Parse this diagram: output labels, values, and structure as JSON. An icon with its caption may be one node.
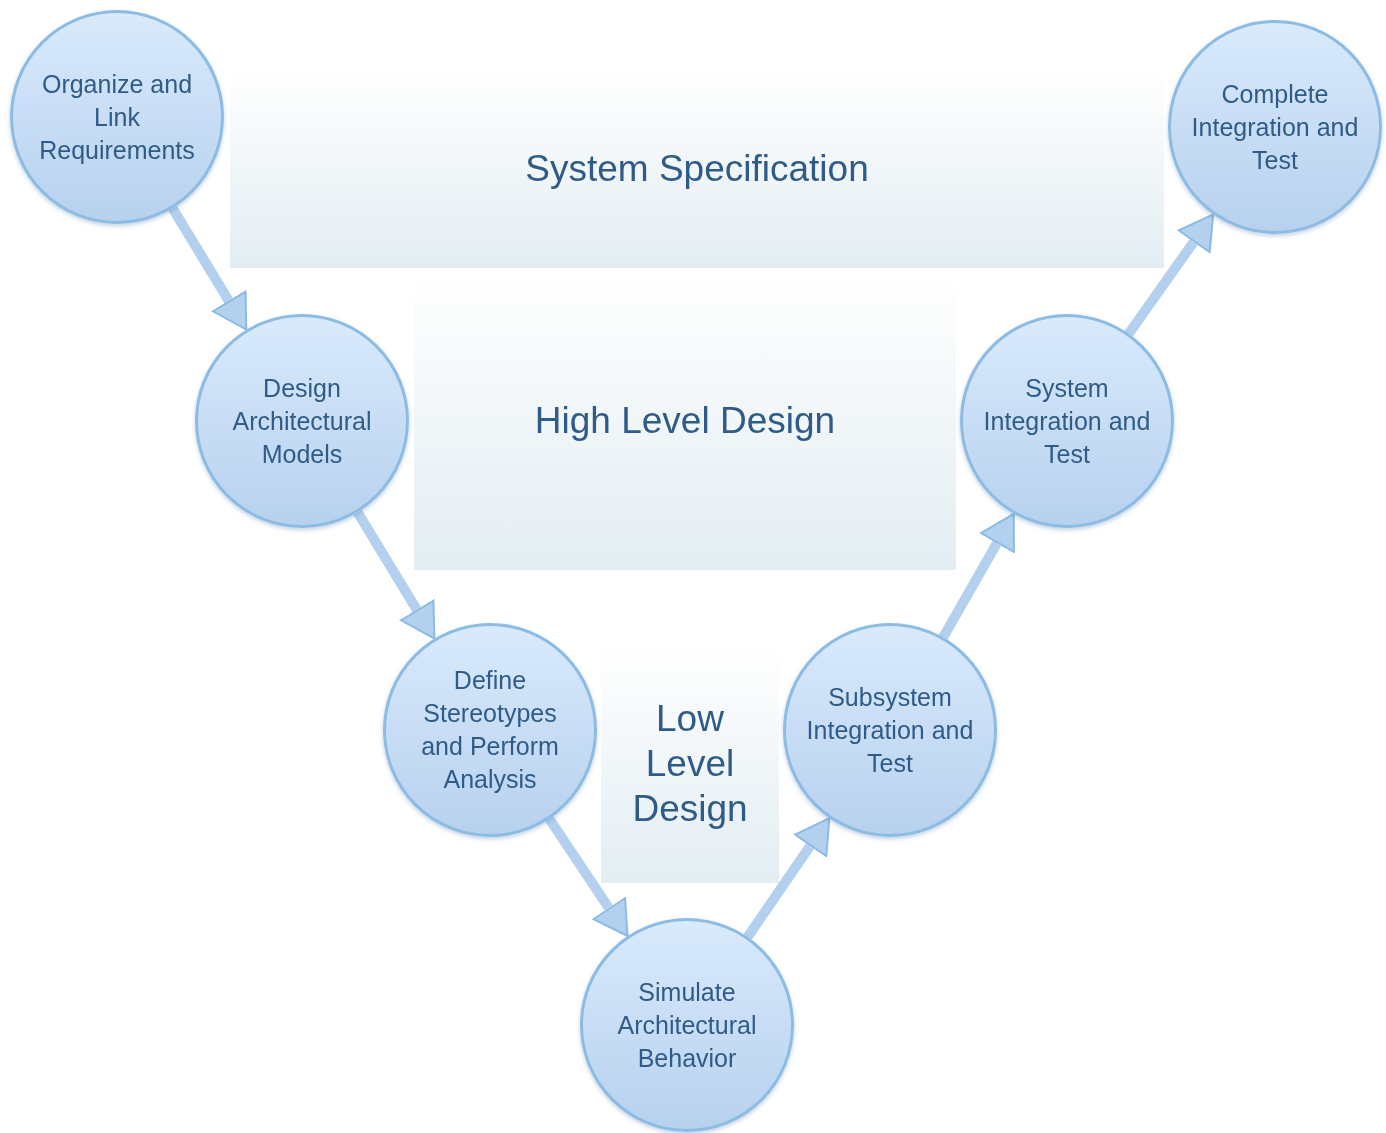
{
  "diagram": {
    "nodes": [
      {
        "text": [
          "Organize and Link Requirements"
        ]
      },
      {
        "text": [
          "System Specification"
        ]
      },
      {
        "text": [
          "Complete Integration and Test"
        ]
      },
      {
        "text": [
          "Design Architectural Models"
        ]
      },
      {
        "text": [
          "High Level Design"
        ]
      },
      {
        "text": [
          "System Integration and Test"
        ]
      },
      {
        "text": [
          "Define Stereotypes and Perform Analysis"
        ]
      },
      {
        "text": [
          "Low Level Design"
        ]
      },
      {
        "text": [
          "Subsystem Integration and Test"
        ]
      },
      {
        "text": [
          "Simulate Architectural Behavior"
        ]
      }
    ],
    "edges": [
      {
        "from": 0,
        "to": 3,
        "arrow": "to"
      },
      {
        "from": 3,
        "to": 6,
        "arrow": "to"
      },
      {
        "from": 6,
        "to": 9,
        "arrow": "to"
      },
      {
        "from": 9,
        "to": 8,
        "arrow": "to"
      },
      {
        "from": 8,
        "to": 5,
        "arrow": "to"
      },
      {
        "from": 5,
        "to": 2,
        "arrow": "to"
      }
    ]
  }
}
